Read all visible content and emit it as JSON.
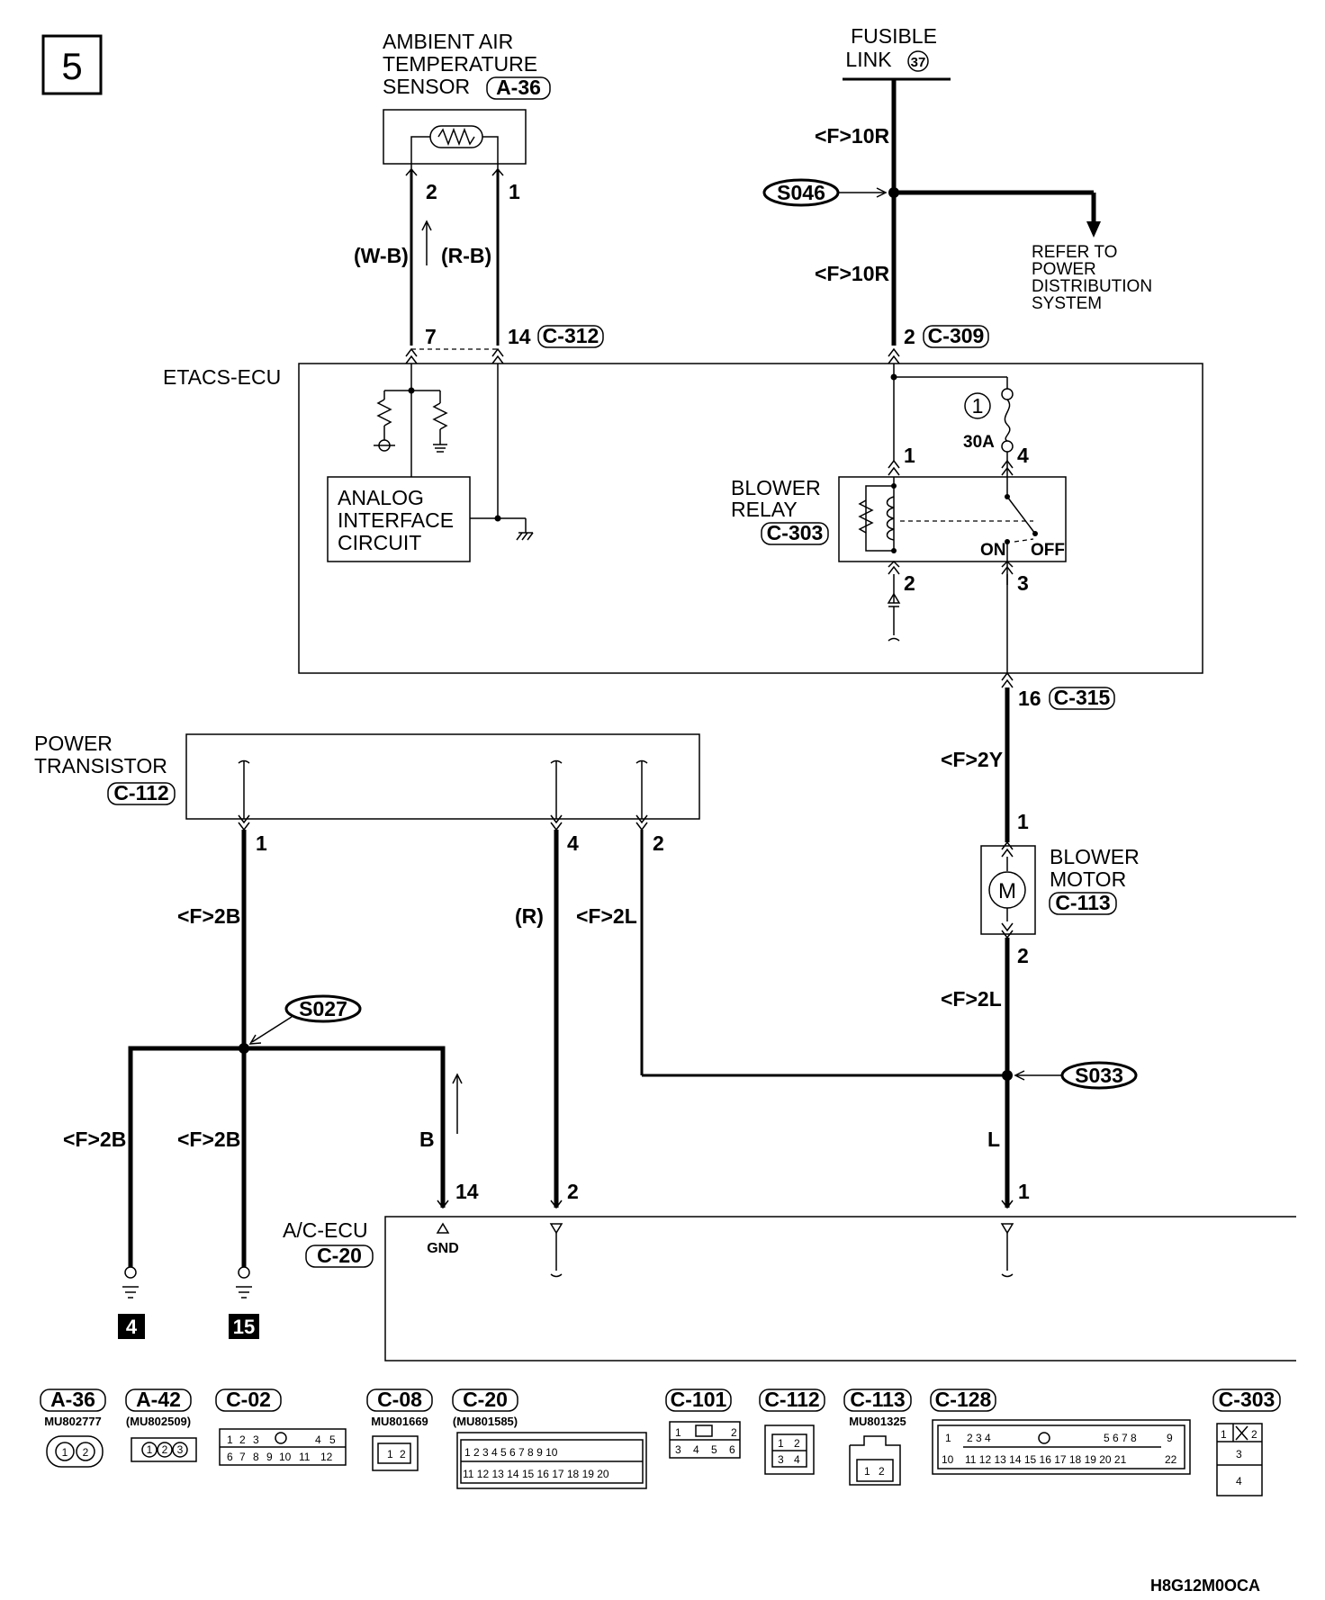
{
  "page_number": "5",
  "footer_code": "H8G12M0OCA",
  "components": {
    "ambient_sensor": {
      "line1": "AMBIENT AIR",
      "line2": "TEMPERATURE",
      "line3": "SENSOR",
      "connector": "A-36",
      "pin_left": "2",
      "pin_right": "1"
    },
    "fusible_link": {
      "line1": "FUSIBLE",
      "line2": "LINK",
      "number": "37"
    },
    "etacs_ecu": {
      "name": "ETACS-ECU",
      "analog_l1": "ANALOG",
      "analog_l2": "INTERFACE",
      "analog_l3": "CIRCUIT",
      "fuse_number": "1",
      "fuse_rating": "30A"
    },
    "blower_relay": {
      "line1": "BLOWER",
      "line2": "RELAY",
      "connector": "C-303",
      "on": "ON",
      "off": "OFF",
      "pin1": "1",
      "pin2": "2",
      "pin3": "3",
      "pin4": "4"
    },
    "power_transistor": {
      "line1": "POWER",
      "line2": "TRANSISTOR",
      "connector": "C-112",
      "pin1": "1",
      "pin4": "4",
      "pin2": "2"
    },
    "blower_motor": {
      "line1": "BLOWER",
      "line2": "MOTOR",
      "connector": "C-113",
      "pin1": "1",
      "pin2": "2",
      "symbol": "M"
    },
    "ac_ecu": {
      "name": "A/C-ECU",
      "connector": "C-20",
      "gnd": "GND",
      "pin14": "14",
      "pin2": "2",
      "pin1": "1"
    }
  },
  "wires": {
    "w_b": "(W-B)",
    "r_b": "(R-B)",
    "f10r_top": "<F>10R",
    "f10r_bot": "<F>10R",
    "f2y": "<F>2Y",
    "f2b_main": "<F>2B",
    "r": "(R)",
    "f2l_left": "<F>2L",
    "f2l_right": "<F>2L",
    "f2b_left": "<F>2B",
    "f2b_mid": "<F>2B",
    "b": "B",
    "l": "L"
  },
  "connectors": {
    "c312": {
      "name": "C-312",
      "pin7": "7",
      "pin14": "14"
    },
    "c309": {
      "name": "C-309",
      "pin": "2"
    },
    "c315": {
      "name": "C-315",
      "pin": "16"
    }
  },
  "splices": {
    "s046": "S046",
    "s027": "S027",
    "s033": "S033"
  },
  "notes": {
    "refer_l1": "REFER TO",
    "refer_l2": "POWER",
    "refer_l3": "DISTRIBUTION",
    "refer_l4": "SYSTEM"
  },
  "grounds": {
    "g4": "4",
    "g15": "15"
  },
  "connector_legend": [
    {
      "name": "A-36",
      "part": "MU802777"
    },
    {
      "name": "A-42",
      "part": "(MU802509)"
    },
    {
      "name": "C-02",
      "part": ""
    },
    {
      "name": "C-08",
      "part": "MU801669"
    },
    {
      "name": "C-20",
      "part": "(MU801585)"
    },
    {
      "name": "C-101",
      "part": ""
    },
    {
      "name": "C-112",
      "part": ""
    },
    {
      "name": "C-113",
      "part": "MU801325"
    },
    {
      "name": "C-128",
      "part": ""
    },
    {
      "name": "C-303",
      "part": ""
    }
  ]
}
